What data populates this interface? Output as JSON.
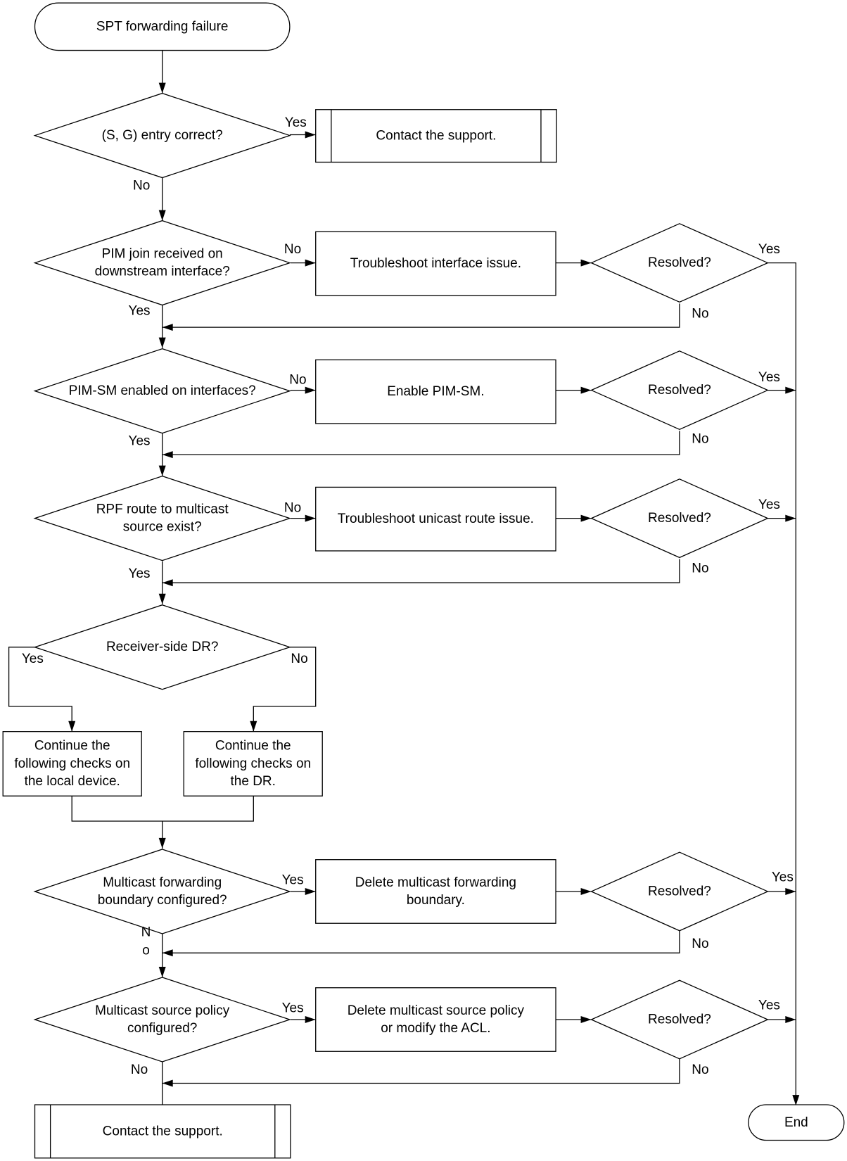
{
  "nodes": {
    "start": {
      "lines": [
        "SPT forwarding failure"
      ]
    },
    "d_sg": {
      "lines": [
        "(S, G) entry correct?"
      ]
    },
    "p_support1": {
      "lines": [
        "Contact the support."
      ]
    },
    "d_pimjoin": {
      "lines": [
        "PIM join received on",
        "downstream interface?"
      ]
    },
    "p_iface": {
      "lines": [
        "Troubleshoot interface issue."
      ]
    },
    "r1": {
      "lines": [
        "Resolved?"
      ]
    },
    "d_pimsm": {
      "lines": [
        "PIM-SM enabled on interfaces?"
      ]
    },
    "p_enable": {
      "lines": [
        "Enable PIM-SM."
      ]
    },
    "r2": {
      "lines": [
        "Resolved?"
      ]
    },
    "d_rpf": {
      "lines": [
        "RPF route to multicast",
        "source exist?"
      ]
    },
    "p_unicast": {
      "lines": [
        "Troubleshoot unicast route issue."
      ]
    },
    "r3": {
      "lines": [
        "Resolved?"
      ]
    },
    "d_dr": {
      "lines": [
        "Receiver-side DR?"
      ]
    },
    "p_local": {
      "lines": [
        "Continue the",
        "following checks on",
        "the local device."
      ]
    },
    "p_dr": {
      "lines": [
        "Continue the",
        "following checks on",
        "the DR."
      ]
    },
    "d_boundary": {
      "lines": [
        "Multicast forwarding",
        "boundary configured?"
      ]
    },
    "p_delboundary": {
      "lines": [
        "Delete multicast forwarding",
        "boundary."
      ]
    },
    "r4": {
      "lines": [
        "Resolved?"
      ]
    },
    "d_policy": {
      "lines": [
        "Multicast source policy",
        "configured?"
      ]
    },
    "p_delpolicy": {
      "lines": [
        "Delete multicast source policy",
        "or modify the ACL."
      ]
    },
    "r5": {
      "lines": [
        "Resolved?"
      ]
    },
    "p_support2": {
      "lines": [
        "Contact the support."
      ]
    },
    "end": {
      "lines": [
        "End"
      ]
    }
  },
  "edge_labels": {
    "sg_yes": "Yes",
    "sg_no": "No",
    "pimjoin_no": "No",
    "pimjoin_yes": "Yes",
    "r1_yes": "Yes",
    "r1_no": "No",
    "pimsm_no": "No",
    "pimsm_yes": "Yes",
    "r2_yes": "Yes",
    "r2_no": "No",
    "rpf_no": "No",
    "rpf_yes": "Yes",
    "r3_yes": "Yes",
    "r3_no": "No",
    "dr_yes": "Yes",
    "dr_no": "No",
    "boundary_yes": "Yes",
    "boundary_no_1": "N",
    "boundary_no_2": "o",
    "r4_yes": "Yes",
    "r4_no": "No",
    "policy_yes": "Yes",
    "policy_no": "No",
    "r5_yes": "Yes",
    "r5_no": "No"
  }
}
